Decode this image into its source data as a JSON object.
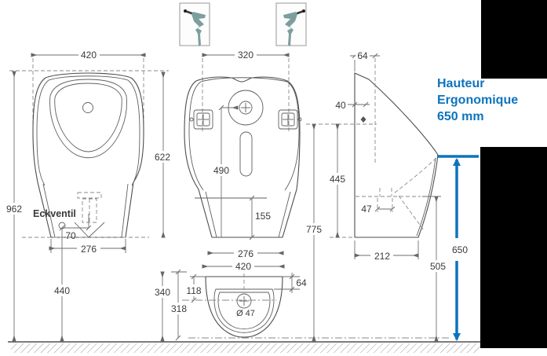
{
  "colors": {
    "accent_blue": "#0d74bc",
    "line": "#4d4d4d",
    "dim_text": "#3a3a3a"
  },
  "ergonomic_note": {
    "line1": "Hauteur",
    "line2": "Ergonomique",
    "line3": "650 mm"
  },
  "front_view": {
    "width": "420",
    "overall_height": "962",
    "body_height": "622",
    "valve_label": "Eckventil",
    "valve_offset": "70",
    "base_width": "276",
    "valve_height": "440"
  },
  "back_view": {
    "width": "320",
    "inlet_height": "490",
    "base_height": "155",
    "base_width": "276"
  },
  "top_view": {
    "width": "420",
    "depth": "340",
    "bowl_depth": "318",
    "drain_offset": "118",
    "rim_flat": "64",
    "drain_diameter": "Ø 47"
  },
  "side_view": {
    "top_depth": "64",
    "mount_offset": "40",
    "bowl_height": "445",
    "rim_height": "775",
    "outlet_offset": "47",
    "depth": "212",
    "outlet_height": "505",
    "ergonomic_height": "650"
  }
}
